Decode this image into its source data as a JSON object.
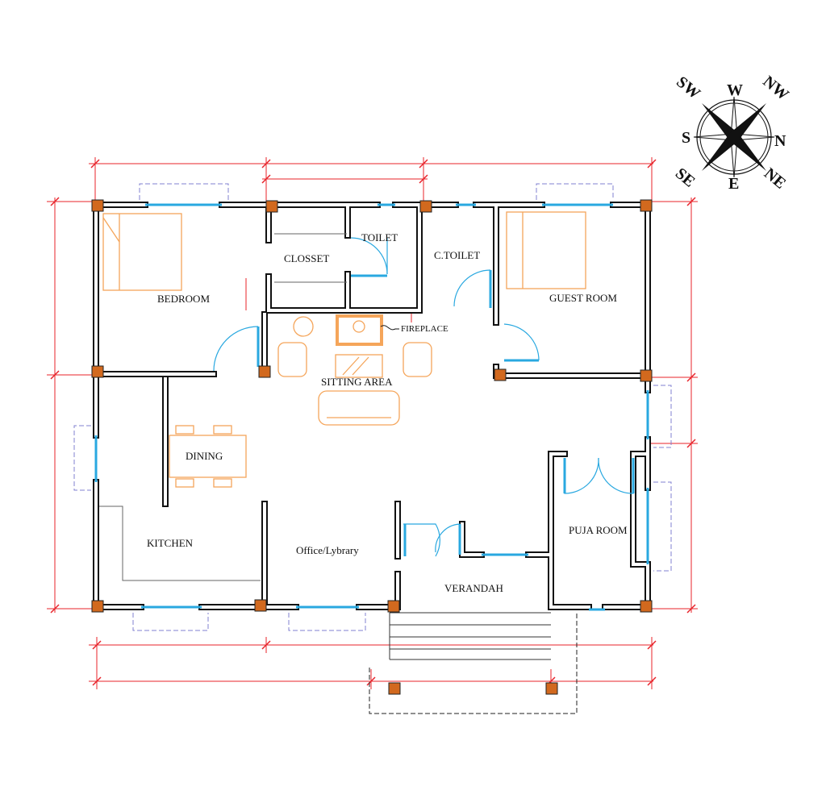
{
  "rooms": {
    "bedroom": "BEDROOM",
    "closset": "CLOSSET",
    "toilet": "TOILET",
    "c_toilet": "C.TOILET",
    "guest_room": "GUEST ROOM",
    "fireplace": "FIREPLACE",
    "sitting_area": "SITTING AREA",
    "dining": "DINING",
    "kitchen": "KITCHEN",
    "office": "Office/Lybrary",
    "verandah": "VERANDAH",
    "puja_room": "PUJA ROOM"
  },
  "compass": {
    "n": "N",
    "s": "S",
    "e": "E",
    "w": "W",
    "ne": "NE",
    "nw": "NW",
    "se": "SE",
    "sw": "SW"
  },
  "colors": {
    "wall": "#111111",
    "column": "#d2691e",
    "dimension": "#e8232a",
    "window": "#29a8e0",
    "furniture": "#f5a55a",
    "outline_dashed": "#8080d0"
  }
}
